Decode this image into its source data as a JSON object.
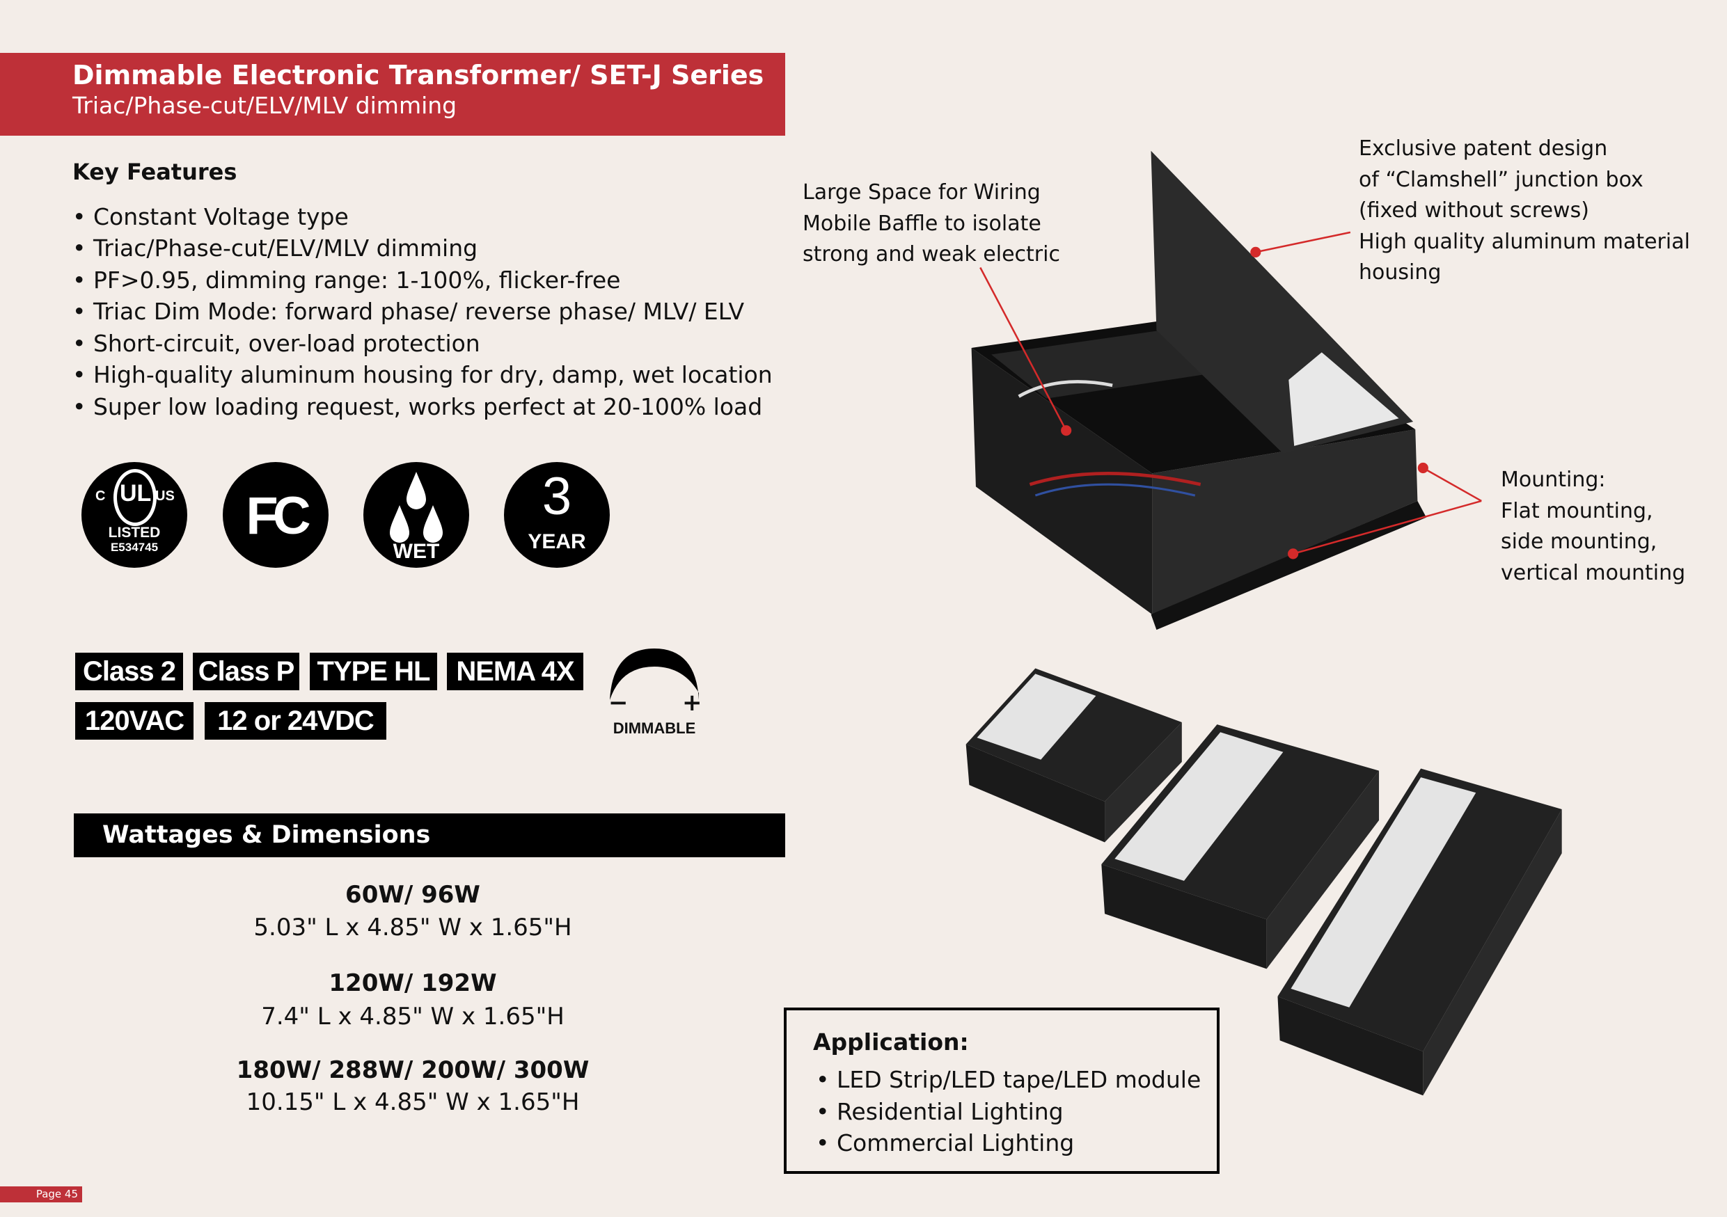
{
  "header": {
    "title": "Dimmable Electronic Transformer/ SET-J Series",
    "subtitle": "Triac/Phase-cut/ELV/MLV dimming"
  },
  "key_features": {
    "title": "Key Features",
    "items": [
      "Constant Voltage type",
      "Triac/Phase-cut/ELV/MLV dimming",
      "PF>0.95, dimming range: 1-100%, flicker-free",
      "Triac Dim Mode: forward phase/ reverse phase/ MLV/ ELV",
      "Short-circuit, over-load protection",
      "High-quality aluminum housing for dry, damp, wet location",
      "Super low loading request, works perfect at 20-100% load"
    ]
  },
  "certifications": {
    "ul": {
      "c": "C",
      "us": "US",
      "mark": "UL",
      "listed": "LISTED",
      "number": "E534745"
    },
    "fcc": "FC",
    "wet": "WET",
    "warranty": {
      "number": "3",
      "unit": "YEAR"
    }
  },
  "badges": [
    "Class 2",
    "Class P",
    "TYPE HL",
    "NEMA 4X",
    "120VAC",
    "12 or 24VDC"
  ],
  "dimmable": {
    "minus": "−",
    "plus": "+",
    "label": "DIMMABLE"
  },
  "wattages": {
    "title": "Wattages & Dimensions",
    "entries": [
      {
        "watts": "60W/ 96W",
        "dims": "5.03\" L x 4.85\" W x 1.65\"H"
      },
      {
        "watts": "120W/ 192W",
        "dims": "7.4\" L x 4.85\" W x 1.65\"H"
      },
      {
        "watts": "180W/ 288W/ 200W/ 300W",
        "dims": "10.15\" L x 4.85\" W x 1.65\"H"
      }
    ]
  },
  "annotations": {
    "wiring": [
      "Large Space for Wiring",
      "Mobile Baffle to isolate",
      "strong and weak electric"
    ],
    "patent": [
      "Exclusive patent design",
      "of “Clamshell” junction box",
      "(fixed without screws)",
      "High quality aluminum material",
      "housing"
    ],
    "mounting": [
      "Mounting:",
      "Flat mounting,",
      "side mounting,",
      "vertical mounting"
    ]
  },
  "application": {
    "title": "Application:",
    "items": [
      "LED Strip/LED tape/LED module",
      "Residential Lighting",
      "Commercial Lighting"
    ]
  },
  "footer": {
    "page": "Page 45"
  },
  "colors": {
    "brand_red": "#be3038",
    "background": "#f3ede8"
  }
}
